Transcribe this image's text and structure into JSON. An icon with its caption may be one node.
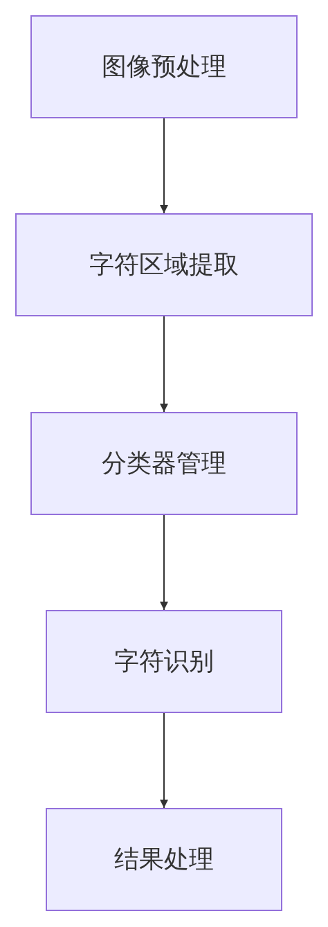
{
  "diagram": {
    "nodes": [
      {
        "text": [
          "图像预处理"
        ]
      },
      {
        "text": [
          "字符区域提取"
        ]
      },
      {
        "text": [
          "分类器管理"
        ]
      },
      {
        "text": [
          "字符识别"
        ]
      },
      {
        "text": [
          "结果处理"
        ]
      }
    ],
    "edges": [
      {
        "from": 0,
        "to": 1,
        "arrow": "to"
      },
      {
        "from": 1,
        "to": 2,
        "arrow": "to"
      },
      {
        "from": 2,
        "to": 3,
        "arrow": "to"
      },
      {
        "from": 3,
        "to": 4,
        "arrow": "to"
      }
    ]
  }
}
